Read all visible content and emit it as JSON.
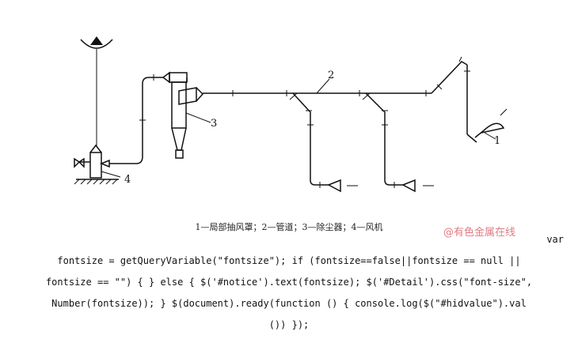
{
  "diagram": {
    "labels": {
      "one": "1",
      "two": "2",
      "three": "3",
      "four": "4"
    },
    "caption": "1—局部抽风罩；2—管道；3—除尘器；4—风机"
  },
  "watermark": "@有色金属在线",
  "code": {
    "lines": [
      "var",
      "fontsize = getQueryVariable(\"fontsize\"); if (fontsize==false||fontsize == null ||",
      "fontsize == \"\") { } else { $('#notice').text(fontsize); $('#Detail').css(\"font-size\",",
      "Number(fontsize)); } $(document).ready(function () { console.log($(\"#hidvalue\").val",
      "()) });"
    ]
  }
}
